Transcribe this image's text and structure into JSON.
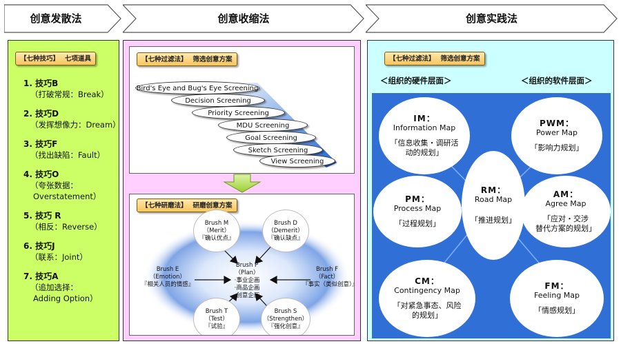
{
  "header": {
    "steps": [
      "创意发散法",
      "创意收缩法",
      "创意实践法"
    ]
  },
  "left": {
    "tag_main": "【七种技巧】",
    "tag_sub": "七项道具",
    "items": [
      {
        "name": "1. 技巧B",
        "desc": "（打破常规：Break）"
      },
      {
        "name": "2. 技巧D",
        "desc": "（发挥想像力：Dream）"
      },
      {
        "name": "3. 技巧F",
        "desc": "（找出缺陷：Fault）"
      },
      {
        "name": "4. 技巧O",
        "desc1": "（夸张数据：",
        "desc2": "Overstatement）"
      },
      {
        "name": "5. 技巧 R",
        "desc": "（相反：Reverse）"
      },
      {
        "name": "6. 技巧J",
        "desc": "（联系：Joint）"
      },
      {
        "name": "7. 技巧A",
        "desc1": "（追加选择：",
        "desc2": "Adding Option）"
      }
    ]
  },
  "middle": {
    "filter_tag_main": "【七种过滤法】",
    "filter_tag_sub": "筛选创意方案",
    "filters": [
      "Bird's Eye and Bug's Eye Screening",
      "Decision Screening",
      "Priority Screening",
      "MDU Screening",
      "Goal Screening",
      "Sketch Screening",
      "View Screening"
    ],
    "polish_tag_main": "【七种研磨法】",
    "polish_tag_sub": "研磨创意方案",
    "brush_center": {
      "l1": "Brush P",
      "l2": "（Plan）",
      "l3": "·事业企画",
      "l4": "·商品企画",
      "l5": "·创意企画"
    },
    "brushes": [
      {
        "l1": "Brush M",
        "l2": "（Merit）",
        "l3": "『确认优点』"
      },
      {
        "l1": "Brush D",
        "l2": "（Demerit）",
        "l3": "『确认缺点』"
      },
      {
        "l1": "Brush E",
        "l2": "（Emotion）",
        "l3": "『相关人员的情感』"
      },
      {
        "l1": "Brush F",
        "l2": "（Fact）",
        "l3": "『事实（类似创意）』"
      },
      {
        "l1": "Brush T",
        "l2": "（Test）",
        "l3": "『试验』"
      },
      {
        "l1": "Brush  S",
        "l2": "（Strengthen）",
        "l3": "『强化创意』"
      }
    ]
  },
  "right": {
    "tag_main": "【七种过滤法】",
    "tag_sub": "筛选创意方案",
    "hardware": "＜组织的硬件层面＞",
    "software": "＜组织的软件层面＞",
    "nodes": {
      "im": {
        "ab": "IM：",
        "name": "Information  Map",
        "d1": "「信息收集・调研活",
        "d2": "动的规划」"
      },
      "pwm": {
        "ab": "PWM：",
        "name": "Power Map",
        "d1": "「影响力规划」"
      },
      "rm": {
        "ab": "RM：",
        "name": "Road  Map",
        "d1": "「推进规划」"
      },
      "pm": {
        "ab": "PM：",
        "name": "Process Map",
        "d1": "「过程规划」"
      },
      "am": {
        "ab": "AM：",
        "name": "Agree  Map",
        "d1": "「应对・交涉",
        "d2": "替代方案的规划」"
      },
      "cm": {
        "ab": "CM：",
        "name": "Contingency Map",
        "d1": "「对紧急事态、风险",
        "d2": "的规划」"
      },
      "fm": {
        "ab": "FM：",
        "name": "Feeling  Map",
        "d1": "「情感规划」"
      }
    }
  },
  "colors": {
    "left_bg": "#ccff66",
    "middle_bg": "#ffc8ff",
    "right_bg": "#ccffff",
    "blue_area": "#2f6fd6",
    "tag_fill": "#f7c55c"
  }
}
